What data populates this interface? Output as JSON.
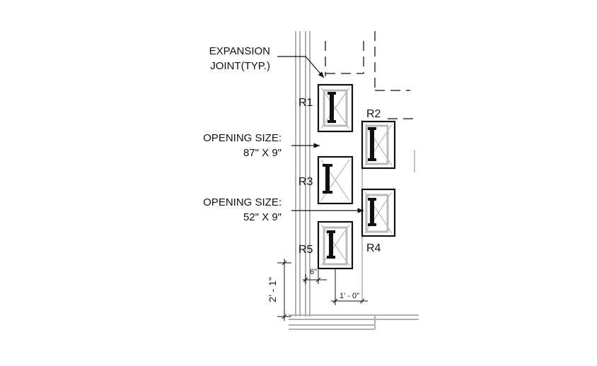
{
  "labels": {
    "expansion_joint_line1": "EXPANSION",
    "expansion_joint_line2": "JOINT(TYP.)",
    "opening1_line1": "OPENING SIZE:",
    "opening1_line2": "87\" X 9\"",
    "opening2_line1": "OPENING SIZE:",
    "opening2_line2": "52\" X 9\""
  },
  "risers": [
    {
      "id": "R1",
      "label": "R1"
    },
    {
      "id": "R2",
      "label": "R2"
    },
    {
      "id": "R3",
      "label": "R3"
    },
    {
      "id": "R4",
      "label": "R4"
    },
    {
      "id": "R5",
      "label": "R5"
    }
  ],
  "dimensions": {
    "gap_small": "6\"",
    "spacing": "1' - 0\"",
    "height": "2' - 1\""
  }
}
